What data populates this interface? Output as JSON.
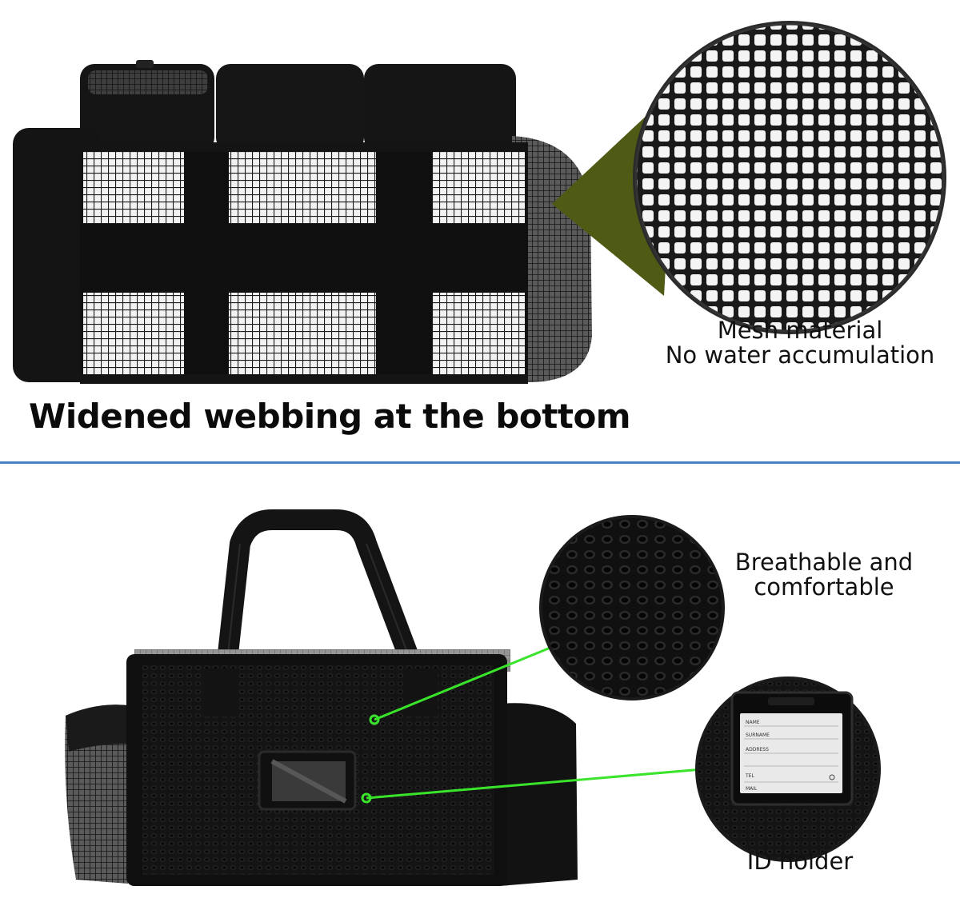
{
  "top_panel": {
    "headline": "Widened webbing at the bottom",
    "callout_mesh": [
      "Mesh material",
      "No water accumulation"
    ]
  },
  "bottom_panel": {
    "callout_breathable": [
      "Breathable and",
      "comfortable"
    ],
    "callout_id": "ID holder",
    "id_card_lines": [
      "NAME",
      "SURNAME",
      "ADDRESS",
      "TEL",
      "MAIL"
    ]
  },
  "colors": {
    "divider": "#4a7fc1",
    "callout_wedge": "#4f5a14",
    "pointer_line": "#39e42b",
    "bag": "#151515"
  }
}
